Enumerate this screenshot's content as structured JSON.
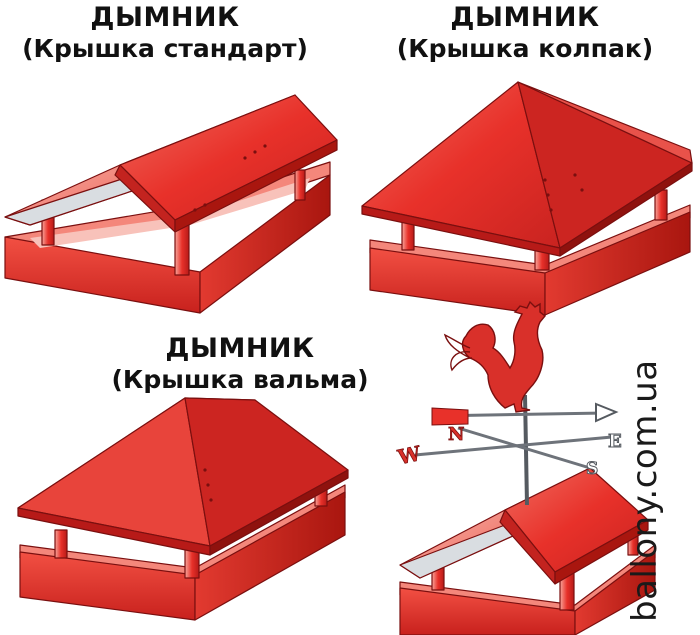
{
  "labels": [
    {
      "title": "ДЫМНИК",
      "subtitle": "(Крышка стандарт)"
    },
    {
      "title": "ДЫМНИК",
      "subtitle": "(Крышка колпак)"
    },
    {
      "title": "ДЫМНИК",
      "subtitle": "(Крышка вальма)"
    }
  ],
  "compass": {
    "west": "W",
    "east": "E",
    "south": "S",
    "north": "N"
  },
  "watermark": "ballony.com.ua",
  "colors": {
    "roof": "#e8312a",
    "roof_dark": "#b71a18",
    "roof_light": "#f7a59b",
    "outline": "#7a0f0f",
    "metal": "#bfc3c8"
  }
}
